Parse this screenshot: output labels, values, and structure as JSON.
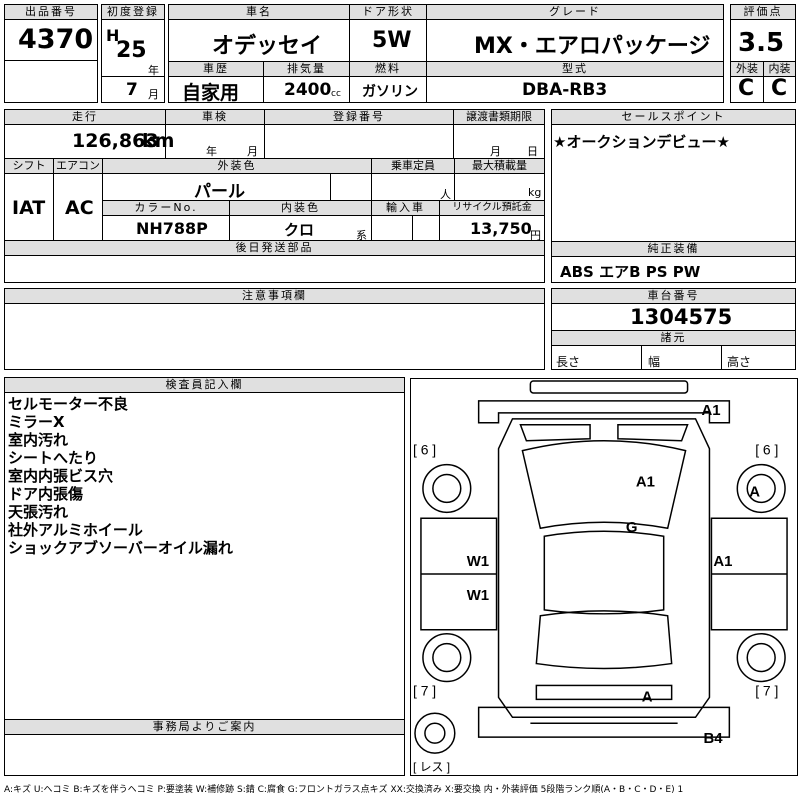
{
  "header": {
    "lot_label": "出品番号",
    "lot_number": "4370",
    "first_reg_label": "初度登録",
    "era": "H",
    "year": "25",
    "year_unit": "年",
    "month": "7",
    "month_unit": "月",
    "car_name_label": "車名",
    "car_name": "オデッセイ",
    "door_label": "ドア形状",
    "door": "5W",
    "grade_label": "グレード",
    "grade": "MX・エアロパッケージ",
    "score_label": "評価点",
    "score": "3.5",
    "history_label": "車歴",
    "history": "自家用",
    "displacement_label": "排気量",
    "displacement": "2400",
    "displacement_unit": "cc",
    "fuel_label": "燃料",
    "fuel": "ガソリン",
    "model_label": "型式",
    "model": "DBA-RB3",
    "exterior_label": "外装",
    "exterior_grade": "C",
    "interior_label": "内装",
    "interior_grade": "C"
  },
  "details": {
    "mileage_label": "走行",
    "mileage": "126,863",
    "mileage_unit": "km",
    "inspection_label": "車検",
    "inspection_year_unit": "年",
    "inspection_month_unit": "月",
    "reg_no_label": "登録番号",
    "doc_deadline_label": "譲渡書類期限",
    "doc_month_unit": "月",
    "doc_day_unit": "日",
    "shift_label": "シフト",
    "shift": "IAT",
    "ac_label": "エアコン",
    "ac": "AC",
    "ext_color_label": "外装色",
    "ext_color": "パール",
    "capacity_label": "乗車定員",
    "capacity_unit": "人",
    "max_load_label": "最大積載量",
    "max_load_unit": "kg",
    "color_no_label": "カラーNo.",
    "color_no": "NH788P",
    "int_color_label": "内装色",
    "int_color": "クロ",
    "int_color_unit": "系",
    "import_label": "輸入車",
    "recycle_label": "リサイクル預託金",
    "recycle": "13,750",
    "recycle_unit": "円",
    "later_parts_label": "後日発送部品"
  },
  "sales_point": {
    "label": "セールスポイント",
    "text": "★オークションデビュー★"
  },
  "equipment": {
    "label": "純正装備",
    "items": "ABS エアB PS PW"
  },
  "chassis": {
    "label": "車台番号",
    "number": "1304575",
    "specs_label": "諸元",
    "length_label": "長さ",
    "width_label": "幅",
    "height_label": "高さ"
  },
  "notes": {
    "label": "注意事項欄"
  },
  "inspector": {
    "label": "検査員記入欄",
    "comments": [
      "セルモーター不良",
      "ミラーX",
      "室内汚れ",
      "シートへたり",
      "室内内張ビス穴",
      "ドア内張傷",
      "天張汚れ",
      "社外アルミホイール",
      "ショックアブソーバーオイル漏れ"
    ]
  },
  "office": {
    "label": "事務局よりご案内"
  },
  "diagram": {
    "marks": {
      "front_bumper": "A1",
      "hood": "A1",
      "front_right_wheel": "A",
      "roof": "G",
      "left_front_door": "W1",
      "right_front_door": "A1",
      "left_rear_door": "W1",
      "rear_gate": "A",
      "rear_bumper": "B4"
    },
    "tire_front_left": "[ 6 ]",
    "tire_front_right": "[ 6 ]",
    "tire_rear_left": "[ 7 ]",
    "tire_rear_right": "[ 7 ]",
    "spare": "[ レス ]"
  },
  "legend": "A:キズ U:ヘコミ B:キズを伴うヘコミ P:要塗装 W:補修跡 S:錆 C:腐食 G:フロントガラス点キズ XX:交換済み X:要交換 内・外装評価 5段階ランク順(A・B・C・D・E) 1"
}
